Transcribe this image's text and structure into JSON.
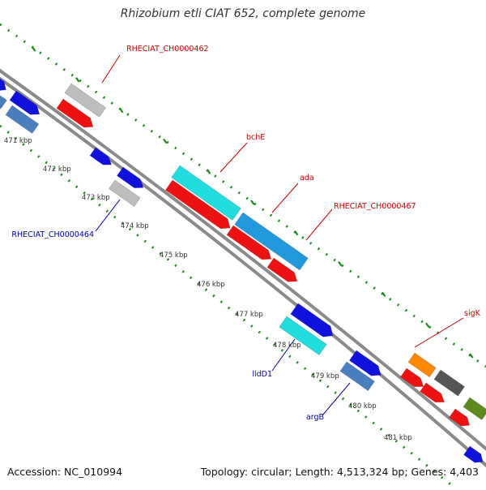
{
  "title": "Rhizobium etli CIAT 652, complete genome",
  "accession": "Accession: NC_010994",
  "topology": "Topology: circular; Length: 4,513,324 bp; Genes: 4,403",
  "colors": {
    "backbone": "#8a8a8a",
    "tick_dots": "#1b8a1b",
    "plus_label": "#cc0000",
    "minus_label": "#0000aa",
    "kbp_label": "#333333"
  },
  "kbp_labels": [
    "471 kbp",
    "472 kbp",
    "473 kbp",
    "474 kbp",
    "475 kbp",
    "476 kbp",
    "477 kbp",
    "478 kbp",
    "479 kbp",
    "480 kbp",
    "481 kbp"
  ],
  "gene_labels": {
    "plus": [
      "RHECIAT_CH0000462",
      "bchE",
      "ada",
      "RHECIAT_CH0000467",
      "sigK"
    ],
    "minus": [
      "RHECIAT_CH0000464",
      "lldD1",
      "argB"
    ]
  },
  "gene_colors": {
    "red": "#ee1111",
    "gray": "#bdbdbd",
    "cyan": "#22dddd",
    "sky": "#2299dd",
    "teal": "#1aaaaa",
    "blue": "#1111dd",
    "steel": "#4a7fbf",
    "orange": "#ff8800",
    "darkgray": "#555555",
    "olive": "#5c8a1e"
  }
}
